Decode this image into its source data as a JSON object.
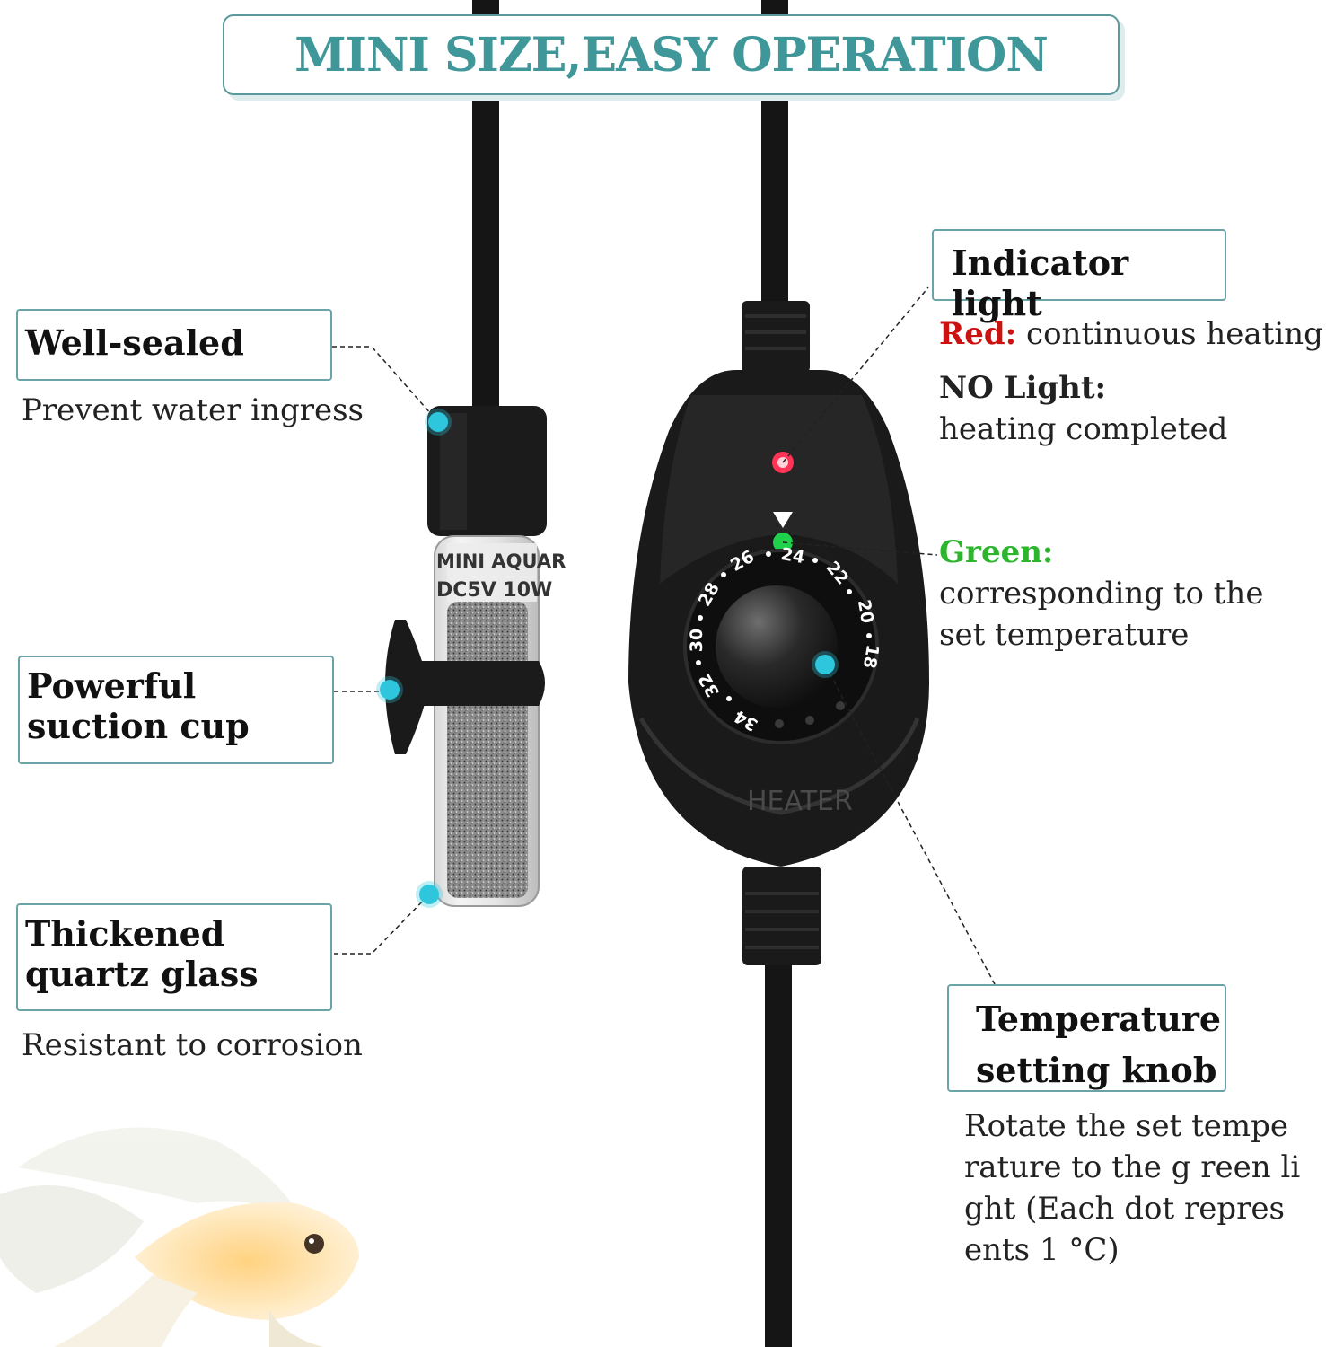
{
  "title": "MINI SIZE,EASY OPERATION",
  "heater_print": {
    "line1": "MINI AQUAR",
    "line2": "DC5V 10W"
  },
  "controller_print": "HEATER",
  "dial": {
    "numbers": [
      "24",
      "22",
      "20",
      "18",
      "26",
      "28",
      "30",
      "32",
      "34"
    ]
  },
  "labels": {
    "well_sealed": {
      "title": "Well-sealed",
      "desc": "Prevent water ingress"
    },
    "suction": {
      "title": "Powerful suction cup"
    },
    "quartz": {
      "title": "Thickened quartz glass",
      "desc": "Resistant to corrosion"
    },
    "indicator": {
      "title": "Indicator light",
      "red_label": "Red:",
      "red_desc": "continuous heating",
      "nolight_label": "NO Light:",
      "nolight_desc": "heating completed"
    },
    "green": {
      "label": "Green:",
      "desc": "corresponding to the set temperature"
    },
    "knob": {
      "title": "Temperature setting knob",
      "desc": "Rotate the set temperature to the g reen light (Each dot represents 1 °C)"
    }
  },
  "colors": {
    "accent": "#3f9799",
    "red": "#cc1111",
    "green": "#2db52d",
    "marker": "#2ec6dd"
  }
}
